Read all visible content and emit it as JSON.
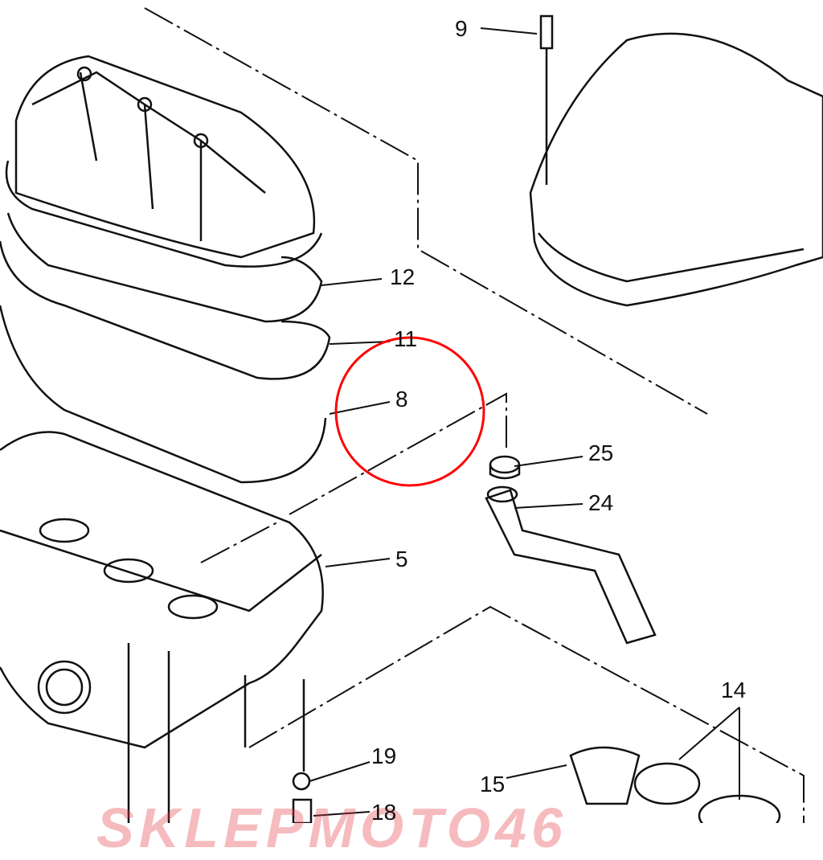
{
  "diagram": {
    "part_labels": [
      "9",
      "12",
      "11",
      "8",
      "25",
      "24",
      "5",
      "14",
      "19",
      "15",
      "18"
    ],
    "highlight_color": "#ff0000",
    "watermark": "SKLEPMOTO46"
  }
}
